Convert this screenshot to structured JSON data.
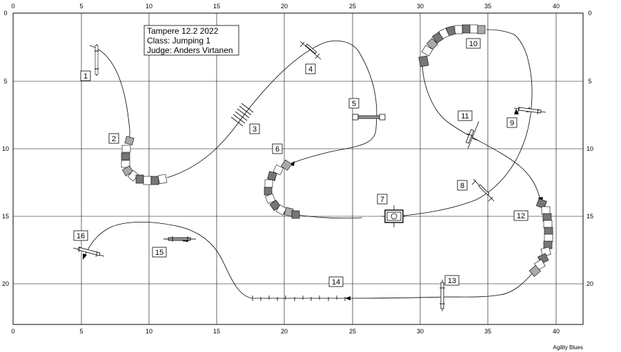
{
  "info": {
    "line1": "Tampere 12.2 2022",
    "line2": "Class: Jumping 1",
    "line3": "Judge: Anders Virtanen"
  },
  "credit": "Agility Blues",
  "axes": {
    "x_ticks": [
      "0",
      "5",
      "10",
      "15",
      "20",
      "25",
      "30",
      "35",
      "40"
    ],
    "y_ticks": [
      "0",
      "5",
      "10",
      "15",
      "20"
    ]
  },
  "obstacles": [
    {
      "number": "1",
      "type": "jump"
    },
    {
      "number": "2",
      "type": "tunnel"
    },
    {
      "number": "3",
      "type": "tire"
    },
    {
      "number": "4",
      "type": "jump"
    },
    {
      "number": "5",
      "type": "jump"
    },
    {
      "number": "6",
      "type": "tunnel"
    },
    {
      "number": "7",
      "type": "table"
    },
    {
      "number": "8",
      "type": "jump"
    },
    {
      "number": "9",
      "type": "jump"
    },
    {
      "number": "10",
      "type": "tunnel"
    },
    {
      "number": "11",
      "type": "jump"
    },
    {
      "number": "12",
      "type": "tunnel"
    },
    {
      "number": "13",
      "type": "jump"
    },
    {
      "number": "14",
      "type": "weave"
    },
    {
      "number": "15",
      "type": "jump"
    },
    {
      "number": "16",
      "type": "jump"
    }
  ]
}
